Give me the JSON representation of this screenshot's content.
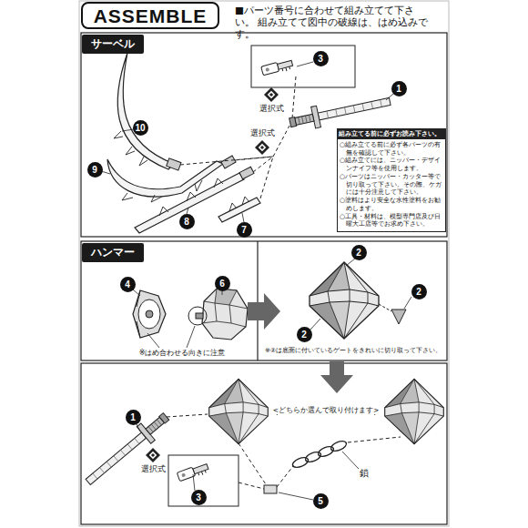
{
  "diagram": {
    "title": "ASSEMBLE",
    "nodes": [
      {
        "text": [
          "サーベル"
        ]
      },
      {
        "text": [
          "組み立てる前に必ずお読み下さい。",
          "○組み立てる前に必ず各パーツの有無を確認して下さい。",
          "○組み立てには、ニッパー・デザインナイフ等を使用します。",
          "○パーツはニッパー・カッター等で切り取って下さい。その際、ケガには十分注意して下さい。",
          "○塗料はより安全な水性塗料をお勧めします。",
          "○工具・材料は、模型専門店及び日曜大工店等でお求め下さい。"
        ]
      },
      {
        "text": [
          "ハンマー"
        ]
      }
    ],
    "labels": [
      "■パーツ番号に合わせて組み立てて下さい。 組み立てて図中の破線は、はめ込みです。",
      "3",
      "選択式",
      "1",
      "選択式",
      "10",
      "9",
      "8",
      "7",
      "4",
      "6",
      "※はめ合わせる向きに注意",
      "2",
      "2",
      "2",
      "※②は底面に付いているゲートをきれいに切り取って下さい。",
      "1",
      "選択式",
      "3",
      "<どちらか選んで取り付けます>",
      "鎖",
      "5"
    ]
  }
}
